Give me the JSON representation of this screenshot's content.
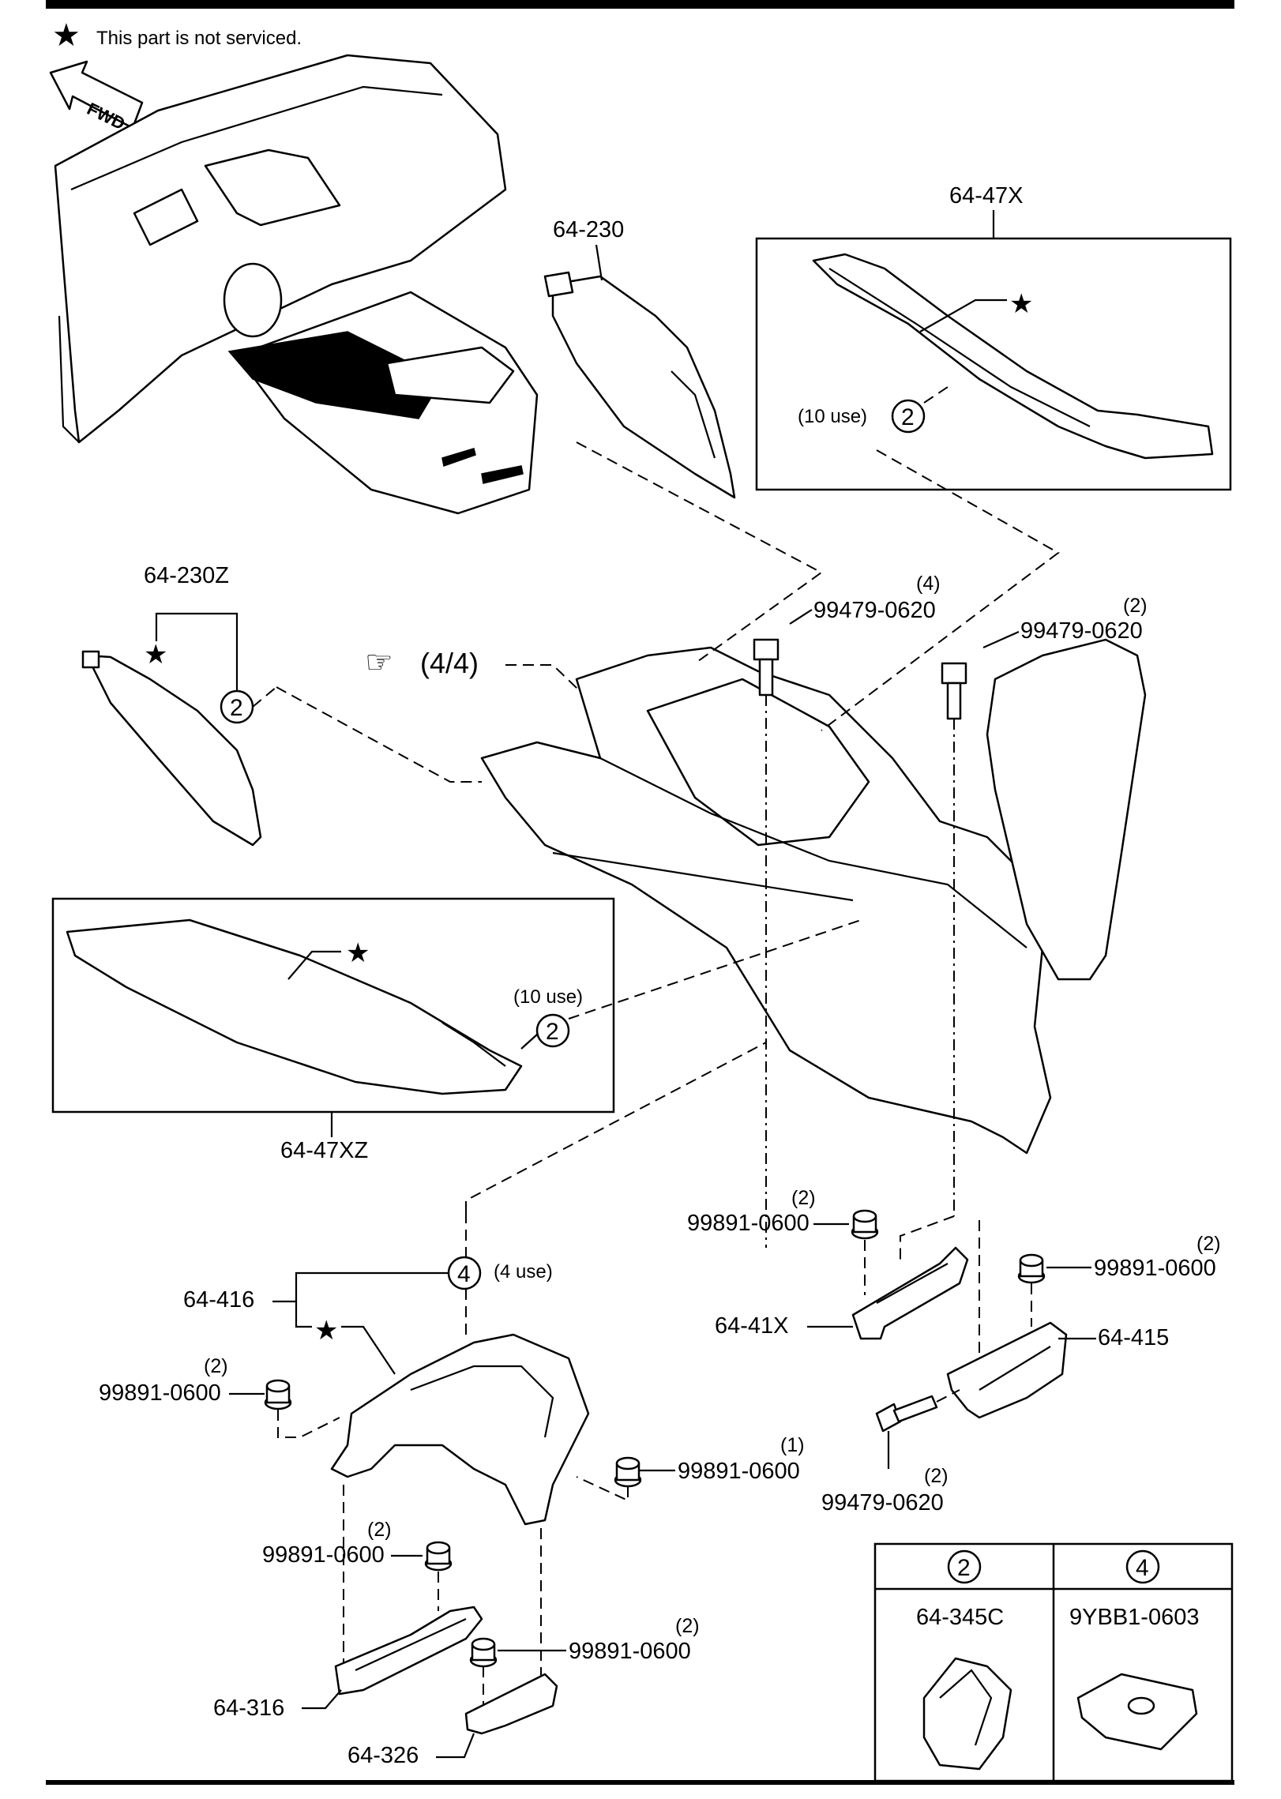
{
  "legend": {
    "note_symbol": "★",
    "note_text": "This part is not serviced."
  },
  "fwd_label": "FWD",
  "page_ref": {
    "symbol": "☞",
    "text": "(4/4)"
  },
  "fastener_codes": [
    {
      "number": "2",
      "part_number": "64-345C"
    },
    {
      "number": "4",
      "part_number": "9YBB1-0603"
    }
  ],
  "callouts": {
    "p64_230": "64-230",
    "p64_47x": "64-47X",
    "p64_47x_use": "(10 use)",
    "p64_230z": "64-230Z",
    "p64_47xz": "64-47XZ",
    "p64_47xz_use": "(10 use)",
    "bolt_a": {
      "part": "99479-0620",
      "qty": "(4)"
    },
    "bolt_b": {
      "part": "99479-0620",
      "qty": "(2)"
    },
    "bolt_c": {
      "part": "99479-0620",
      "qty": "(2)"
    },
    "nut_a": {
      "part": "99891-0600",
      "qty": "(2)"
    },
    "nut_b": {
      "part": "99891-0600",
      "qty": "(2)"
    },
    "nut_c": {
      "part": "99891-0600",
      "qty": "(2)"
    },
    "nut_d": {
      "part": "99891-0600",
      "qty": "(1)"
    },
    "nut_e": {
      "part": "99891-0600",
      "qty": "(2)"
    },
    "nut_f": {
      "part": "99891-0600",
      "qty": "(2)"
    },
    "p64_416": "64-416",
    "p64_416_use": "(4 use)",
    "p64_41x": "64-41X",
    "p64_415": "64-415",
    "p64_316": "64-316",
    "p64_326": "64-326"
  }
}
